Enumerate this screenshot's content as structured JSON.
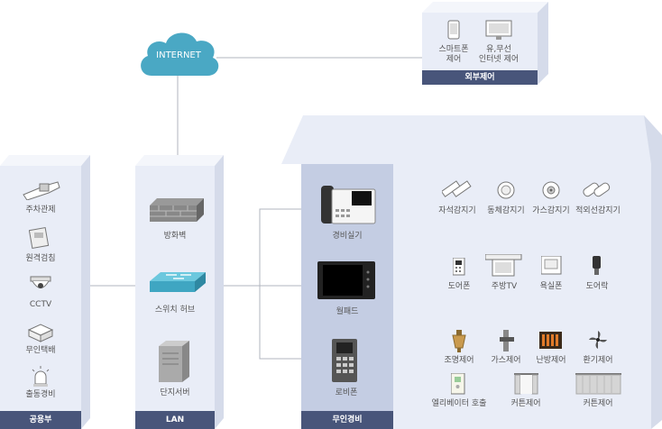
{
  "internet": {
    "label": "INTERNET"
  },
  "external_control": {
    "title": "외부제어",
    "items": [
      {
        "label_l1": "스마트폰",
        "label_l2": "제어",
        "icon": "smartphone-icon"
      },
      {
        "label_l1": "유,무선",
        "label_l2": "인터넷 제어",
        "icon": "monitor-icon"
      }
    ]
  },
  "public": {
    "title": "공용부",
    "items": [
      {
        "label": "주차관제",
        "icon": "parking-camera-icon"
      },
      {
        "label": "원격검침",
        "icon": "meter-reading-icon"
      },
      {
        "label": "CCTV",
        "icon": "cctv-icon"
      },
      {
        "label": "무인택배",
        "icon": "delivery-box-icon"
      },
      {
        "label": "출동경비",
        "icon": "alarm-light-icon"
      }
    ]
  },
  "lan": {
    "title": "LAN",
    "items": [
      {
        "label": "방화벽",
        "icon": "firewall-icon"
      },
      {
        "label": "스위치 허브",
        "icon": "switch-hub-icon"
      },
      {
        "label": "단지서버",
        "icon": "server-icon"
      }
    ]
  },
  "security": {
    "title": "무인경비",
    "items": [
      {
        "label": "경비실기",
        "icon": "guard-phone-icon"
      },
      {
        "label": "월패드",
        "icon": "wallpad-icon"
      },
      {
        "label": "로비폰",
        "icon": "lobby-phone-icon"
      }
    ]
  },
  "home": {
    "sensors": [
      {
        "label": "자석감지기",
        "icon": "magnetic-sensor-icon"
      },
      {
        "label": "동체감지기",
        "icon": "motion-sensor-icon"
      },
      {
        "label": "가스감지기",
        "icon": "gas-sensor-icon"
      },
      {
        "label": "적외선감지기",
        "icon": "infrared-sensor-icon"
      }
    ],
    "devices": [
      {
        "label": "도어폰",
        "icon": "doorphone-icon"
      },
      {
        "label": "주방TV",
        "icon": "kitchen-tv-icon"
      },
      {
        "label": "욕실폰",
        "icon": "bathroom-phone-icon"
      },
      {
        "label": "도어락",
        "icon": "door-lock-icon"
      }
    ],
    "controls": [
      {
        "label": "조명제어",
        "icon": "lighting-icon"
      },
      {
        "label": "가스제어",
        "icon": "gas-valve-icon"
      },
      {
        "label": "난방제어",
        "icon": "heating-icon"
      },
      {
        "label": "환기제어",
        "icon": "ventilation-fan-icon"
      }
    ],
    "controls2": [
      {
        "label": "엘리베이터 호출",
        "icon": "elevator-call-icon"
      },
      {
        "label": "커튼제어",
        "icon": "curtain-icon"
      },
      {
        "label": "커튼제어",
        "icon": "curtain-wide-icon"
      }
    ]
  },
  "colors": {
    "panel_front": "#e9edf7",
    "panel_side": "#d5dbea",
    "panel_top": "#f4f6fb",
    "label_bar": "#48557a",
    "cloud": "#4aa8c4",
    "line": "#aab0bb"
  }
}
